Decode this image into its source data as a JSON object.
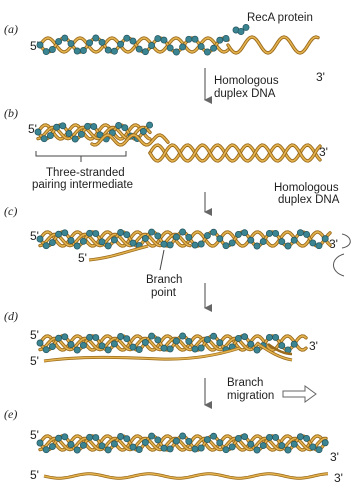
{
  "panels": {
    "a": {
      "letter": "(a)",
      "left_end": "5'",
      "right_end": "3'",
      "recA_label": "RecA protein",
      "step_label_line1": "Homologous",
      "step_label_line2": "duplex DNA"
    },
    "b": {
      "letter": "(b)",
      "left_end": "5'",
      "right_end": "3'",
      "bracket_label_line1": "Three-stranded",
      "bracket_label_line2": "pairing intermediate",
      "duplex_label_line1": "Homologous",
      "duplex_label_line2": "duplex DNA"
    },
    "c": {
      "letter": "(c)",
      "left_end": "5'",
      "right_end": "3'",
      "tail_end": "5'",
      "branch_label_line1": "Branch",
      "branch_label_line2": "point"
    },
    "d": {
      "letter": "(d)",
      "left_end": "5'",
      "right_end": "3'",
      "tail_end": "5'",
      "migration_label_line1": "Branch",
      "migration_label_line2": "migration"
    },
    "e": {
      "letter": "(e)",
      "left_end": "5'",
      "right_end": "3'",
      "tail_end": "5'",
      "tail_right_end": "3'"
    }
  },
  "colors": {
    "strand_dark": "#9a6a1c",
    "strand_light": "#e4b34e",
    "recA": "#3b8593",
    "recA_edge": "#23545e",
    "arrow": "#666666"
  }
}
